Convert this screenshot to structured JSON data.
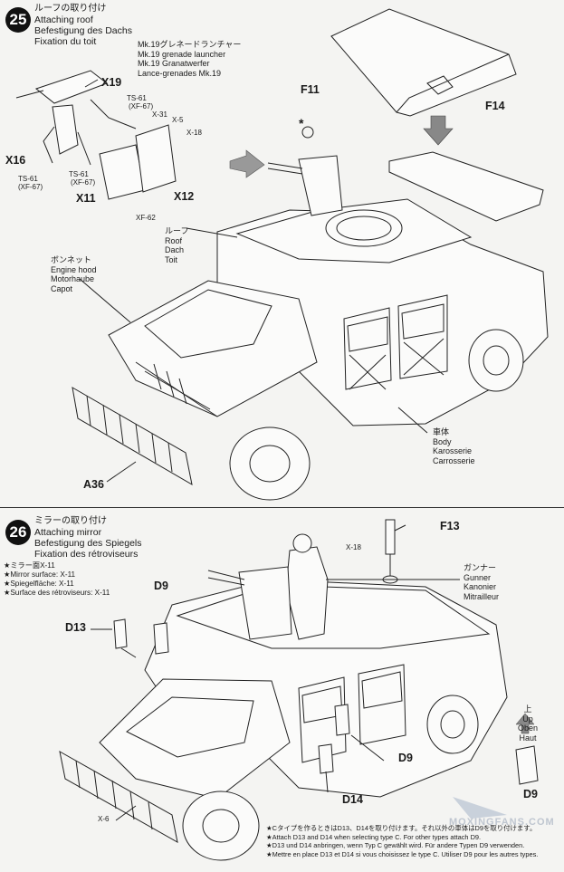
{
  "step25": {
    "number": "25",
    "title_jp": "ルーフの取り付け",
    "title_en": "Attaching roof",
    "title_de": "Befestigung des Dachs",
    "title_fr": "Fixation du toit",
    "launcher": [
      "Mk.19グレネードランチャー",
      "Mk.19 grenade launcher",
      "Mk.19 Granatwerfer",
      "Lance-grenades Mk.19"
    ],
    "roof": [
      "ルーフ",
      "Roof",
      "Dach",
      "Toit"
    ],
    "hood": [
      "ボンネット",
      "Engine hood",
      "Motorhaube",
      "Capot"
    ],
    "body": [
      "車体",
      "Body",
      "Karosserie",
      "Carrosserie"
    ],
    "parts": {
      "x19": "X19",
      "x16": "X16",
      "x11": "X11",
      "x12": "X12",
      "f11": "F11",
      "f14": "F14",
      "a36": "A36"
    },
    "paints": {
      "ts61a": "TS-61",
      "xf67a": "(XF-67)",
      "ts61b": "TS-61",
      "xf67b": "(XF-67)",
      "ts61c": "TS-61",
      "xf67c": "(XF-67)",
      "x31": "X-31",
      "x5": "X-5",
      "x18": "X-18",
      "xf62": "XF-62"
    }
  },
  "step26": {
    "number": "26",
    "title_jp": "ミラーの取り付け",
    "title_en": "Attaching mirror",
    "title_de": "Befestigung des Spiegels",
    "title_fr": "Fixation des rétroviseurs",
    "mirror_notes": [
      "★ミラー面X-11",
      "★Mirror surface: X-11",
      "★Spiegelfläche: X-11",
      "★Surface des rétroviseurs: X-11"
    ],
    "gunner": [
      "ガンナー",
      "Gunner",
      "Kanonier",
      "Mitrailleur"
    ],
    "up": [
      "上",
      "Up",
      "Oben",
      "Haut"
    ],
    "parts": {
      "f13": "F13",
      "d9a": "D9",
      "d13": "D13",
      "d9b": "D9",
      "d14": "D14",
      "d9c": "D9"
    },
    "paints": {
      "x18": "X-18",
      "x6": "X-6"
    },
    "footnotes": [
      "★Cタイプを作るときはD13、D14を取り付けます。それ以外の車体はD9を取り付けます。",
      "★Attach D13 and D14 when selecting type C. For other types attach D9.",
      "★D13 und D14 anbringen, wenn Typ C gewählt wird. Für andere Typen D9 verwenden.",
      "★Mettre en place D13 et D14 si vous choisissez le type C. Utiliser D9 pour les autres types."
    ]
  },
  "watermark": "MOXINGFANS.COM"
}
